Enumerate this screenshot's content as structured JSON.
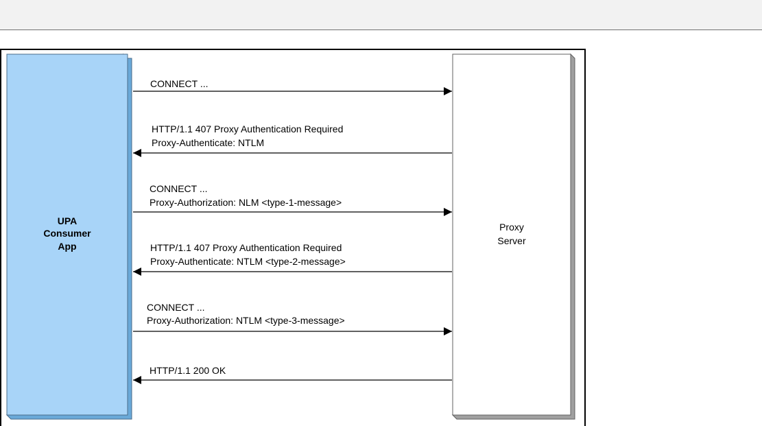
{
  "consumer_box": {
    "lines": [
      "UPA",
      "Consumer",
      "App"
    ],
    "fill": "#a8d4f8"
  },
  "proxy_box": {
    "lines": [
      "Proxy",
      "Server"
    ],
    "fill": "#ffffff"
  },
  "messages": [
    {
      "direction": "right",
      "lines": [
        "CONNECT ..."
      ]
    },
    {
      "direction": "left",
      "lines": [
        "HTTP/1.1 407 Proxy Authentication Required",
        "Proxy-Authenticate:  NTLM"
      ]
    },
    {
      "direction": "right",
      "lines": [
        "CONNECT ...",
        "Proxy-Authorization: NLM <type-1-message>"
      ]
    },
    {
      "direction": "left",
      "lines": [
        "HTTP/1.1 407 Proxy Authentication Required",
        "Proxy-Authenticate:  NTLM <type-2-message>"
      ]
    },
    {
      "direction": "right",
      "lines": [
        "CONNECT ...",
        "Proxy-Authorization: NTLM <type-3-message>"
      ]
    },
    {
      "direction": "left",
      "lines": [
        "HTTP/1.1 200 OK"
      ]
    }
  ]
}
